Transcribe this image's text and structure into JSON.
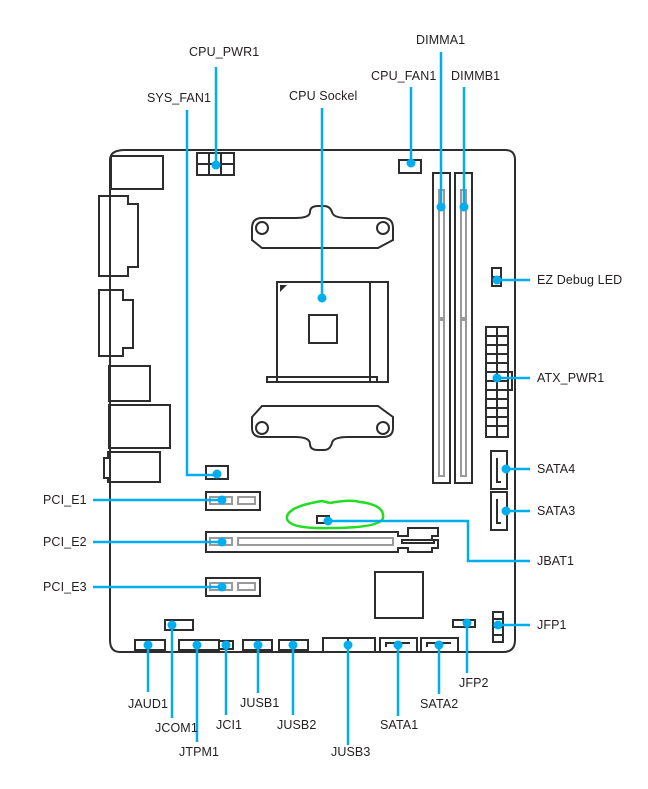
{
  "diagram": {
    "title": "Motherboard layout",
    "accent_color": "#00aeef",
    "annotation_color": "#22dd22",
    "labels": {
      "cpu_pwr1": "CPU_PWR1",
      "sys_fan1": "SYS_FAN1",
      "cpu_socket": "CPU Sockel",
      "cpu_fan1": "CPU_FAN1",
      "dimma1": "DIMMA1",
      "dimmb1": "DIMMB1",
      "ez_debug_led": "EZ Debug LED",
      "atx_pwr1": "ATX_PWR1",
      "sata4": "SATA4",
      "sata3": "SATA3",
      "jbat1": "JBAT1",
      "jfp1": "JFP1",
      "jfp2": "JFP2",
      "sata2": "SATA2",
      "sata1": "SATA1",
      "jusb3": "JUSB3",
      "jusb2": "JUSB2",
      "jusb1": "JUSB1",
      "jci1": "JCI1",
      "jtpm1": "JTPM1",
      "jcom1": "JCOM1",
      "jaud1": "JAUD1",
      "pci_e1": "PCI_E1",
      "pci_e2": "PCI_E2",
      "pci_e3": "PCI_E3"
    },
    "highlighted_component": "JBAT1"
  }
}
